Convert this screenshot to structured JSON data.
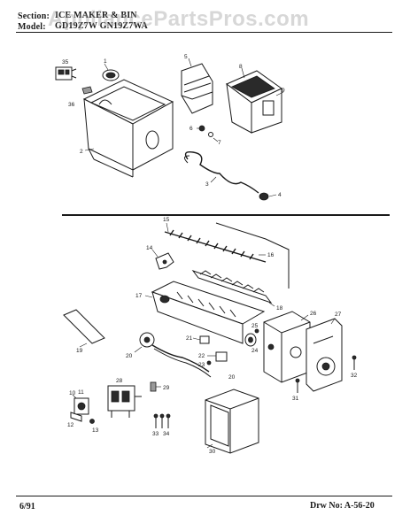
{
  "header": {
    "section_label": "Section:",
    "section_value": "ICE MAKER & BIN",
    "model_label": "Model:",
    "model_value": "GD19Z7W  GN19Z7WA"
  },
  "watermark": "AppliancePartsPros.com",
  "footer": {
    "date": "6/91",
    "drawing_number": "Drw No: A-56-20"
  },
  "callouts": {
    "c1": "1",
    "c2": "2",
    "c3": "3",
    "c4": "4",
    "c5": "5",
    "c6": "6",
    "c7": "7",
    "c8": "8",
    "c9": "9",
    "c10": "10",
    "c11": "11",
    "c12": "12",
    "c13": "13",
    "c14": "14",
    "c15": "15",
    "c16": "16",
    "c17": "17",
    "c18": "18",
    "c19": "19",
    "c20a": "20",
    "c20b": "20",
    "c21": "21",
    "c22": "22",
    "c23": "23",
    "c24": "24",
    "c25": "25",
    "c26": "26",
    "c27": "27",
    "c28": "28",
    "c29": "29",
    "c30": "30",
    "c31": "31",
    "c32": "32",
    "c33": "33",
    "c34": "34",
    "c35": "35",
    "c36": "36"
  }
}
